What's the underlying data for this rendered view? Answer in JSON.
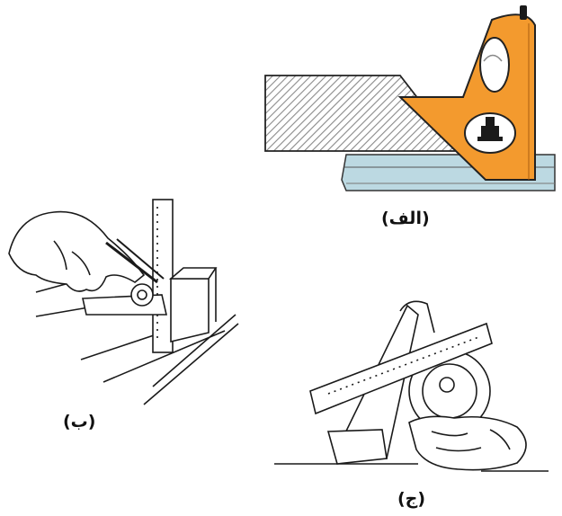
{
  "figures": {
    "alef": {
      "caption": "(الف)"
    },
    "be": {
      "caption": "(ب)"
    },
    "jim": {
      "caption": "(ج)"
    }
  },
  "colors": {
    "square_head": "#f39a2e",
    "rule_blade": "#bcd9e2",
    "workpiece_hatch": "#8a8a8a",
    "ink": "#1a1a1a"
  }
}
